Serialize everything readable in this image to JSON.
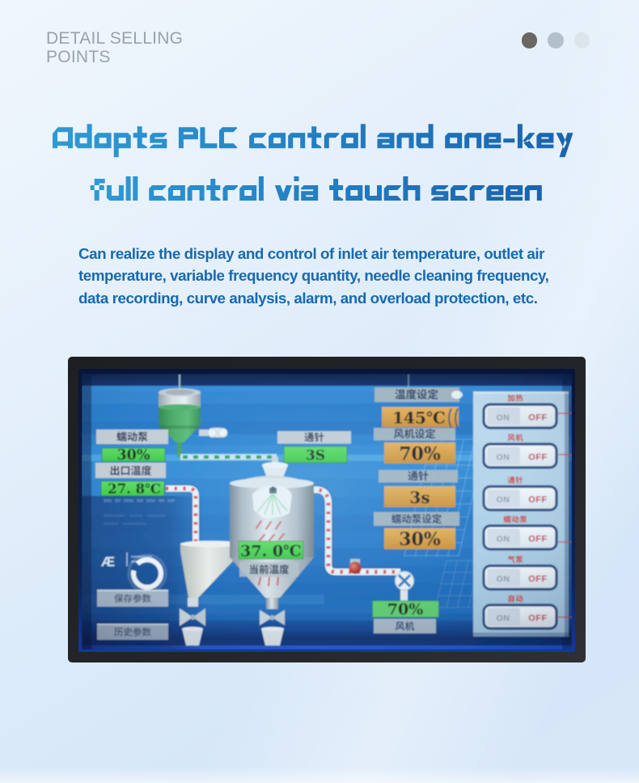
{
  "header": {
    "title": "DETAIL SELLING POINTS",
    "dots": [
      {
        "name": "dot-dark",
        "color": "#6a6662"
      },
      {
        "name": "dot-medium",
        "color": "#b3bfca"
      },
      {
        "name": "dot-light",
        "color": "#dde5ec"
      }
    ]
  },
  "headline": {
    "lines": [
      "Adopts PLC control and one-key",
      "full control via touch screen"
    ],
    "color_from": "#2f9ad4",
    "color_to": "#1a63ae"
  },
  "paragraph": {
    "lines": [
      "Can realize the display and control of inlet air temperature, outlet air",
      "temperature, variable frequency quantity, needle cleaning frequency,",
      "data recording, curve analysis, alarm, and overload protection, etc."
    ],
    "color": "#176ab1"
  },
  "hmi": {
    "pump": {
      "label": "蠕动泵",
      "value": "30%"
    },
    "outlet_temp": {
      "label": "出口温度",
      "value": "27. 8℃"
    },
    "needle": {
      "label": "通针",
      "value": "3S"
    },
    "tank": {
      "value": "37. 0℃",
      "label": "当前温度"
    },
    "setpoints": [
      {
        "label": "温度设定",
        "value": "145℃"
      },
      {
        "label": "风机设定",
        "value": "70%"
      },
      {
        "label": "通针",
        "value": "3s"
      },
      {
        "label": "蠕动泵设定",
        "value": "30%"
      }
    ],
    "fan": {
      "value": "70%",
      "label": "风机"
    },
    "switches": [
      {
        "label": "加热",
        "on": "ON",
        "off": "OFF"
      },
      {
        "label": "风机",
        "on": "ON",
        "off": "OFF"
      },
      {
        "label": "通针",
        "on": "ON",
        "off": "OFF"
      },
      {
        "label": "蠕动泵",
        "on": "ON",
        "off": "OFF"
      },
      {
        "label": "气泵",
        "on": "ON",
        "off": "OFF"
      },
      {
        "label": "自动",
        "on": "ON",
        "off": "OFF"
      }
    ],
    "actions": [
      "保存参数",
      "历史参数"
    ],
    "logo": "Æ",
    "colors": {
      "green": "#47cf4c",
      "orange": "#dfa040",
      "label_gray": "#c4ccd2",
      "panel_blue": "#b5d4e7",
      "off_red": "#c22f38",
      "on_gray": "#8c9aa9",
      "switch_label_red": "#cc3328"
    }
  }
}
